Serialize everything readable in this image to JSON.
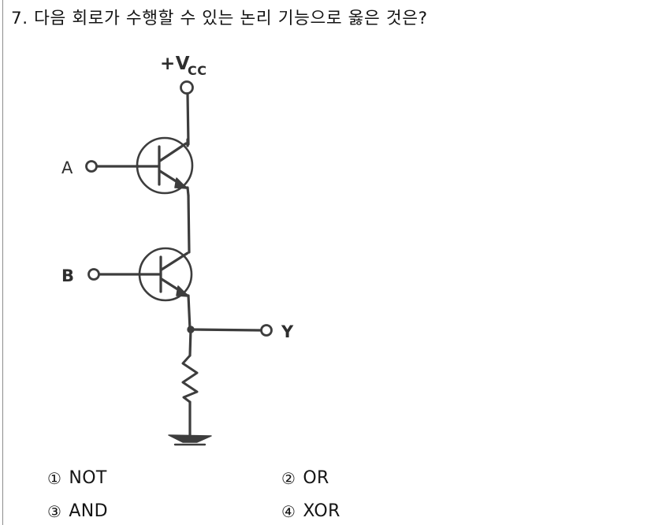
{
  "page": {
    "question_number": "7.",
    "stem": "7. 다음 회로가 수행할 수 있는 논리 기능으로 옳은 것은?"
  },
  "figure": {
    "name": "two-stage-npn-transistor-logic-circuit",
    "supply_label": "+V",
    "supply_subscript": "CC",
    "input_a_label": "A",
    "input_b_label": "B",
    "output_label": "Y",
    "components": [
      {
        "type": "terminal",
        "name": "vcc-terminal"
      },
      {
        "type": "transistor-npn",
        "name": "transistor-q1",
        "input": "A"
      },
      {
        "type": "transistor-npn",
        "name": "transistor-q2",
        "input": "B"
      },
      {
        "type": "terminal",
        "name": "input-a-terminal"
      },
      {
        "type": "terminal",
        "name": "input-b-terminal"
      },
      {
        "type": "terminal",
        "name": "output-y-terminal"
      },
      {
        "type": "junction-dot",
        "name": "output-node-junction"
      },
      {
        "type": "resistor",
        "name": "emitter-resistor"
      },
      {
        "type": "ground",
        "name": "ground-symbol"
      }
    ],
    "stroke_color": "#3d3d3d"
  },
  "choices": [
    {
      "num": "①",
      "label": "NOT"
    },
    {
      "num": "②",
      "label": "OR"
    },
    {
      "num": "③",
      "label": "AND"
    },
    {
      "num": "④",
      "label": "XOR"
    }
  ]
}
